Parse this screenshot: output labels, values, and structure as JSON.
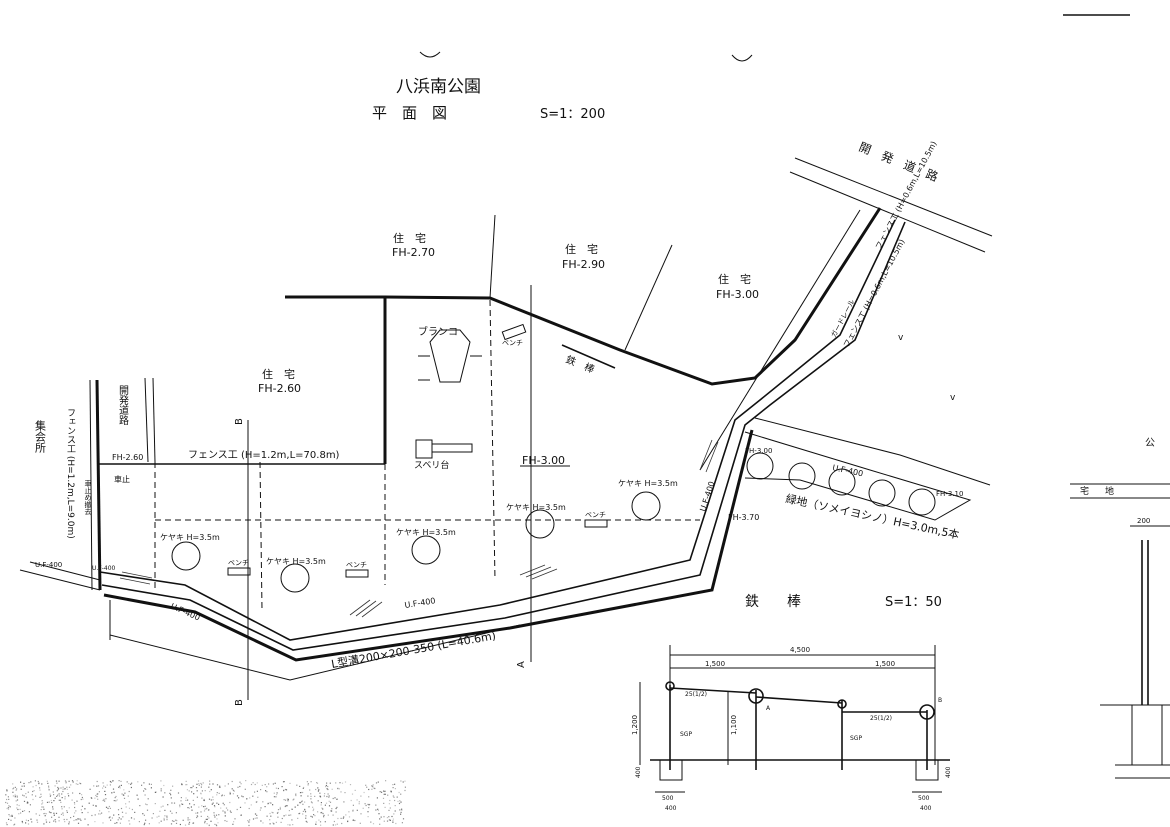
{
  "title": {
    "park_name": "八浜南公園",
    "plan_label": "平　面　図",
    "plan_scale": "S=1：200"
  },
  "road_label": "開　発　道　路",
  "road_label_left": "開発道路",
  "assembly_hall": "集会所",
  "houses": [
    {
      "label": "住　宅",
      "fh": "FH-2.70"
    },
    {
      "label": "住　宅",
      "fh": "FH-2.90"
    },
    {
      "label": "住　宅",
      "fh": "FH-3.00"
    },
    {
      "label": "住　宅",
      "fh": "FH-2.60"
    }
  ],
  "facilities": {
    "swing": "ブランコ",
    "slide": "スベリ台",
    "iron_bar": "鉄　棒",
    "bench": "ベンチ",
    "fh_center": "FH-3.00",
    "fh_left": "FH-2.60",
    "fh_right": "FH-3.70",
    "fh_green_left": "FH-3.00",
    "fh_green_right": "FH-3.10",
    "post": "車止"
  },
  "fences": {
    "fence_top": "フェンス工 (H=1.2m,L=70.8m)",
    "fence_left": "フェンス工 (H=1.2m,L=9.0m)",
    "fence_left_sub": "車止め撤去",
    "fence_right1": "フェンス工 (H=0.6m,L=10.5m)",
    "fence_right2": "ガードレール",
    "fence_right3": "フェンス工 (H=0.6m,L=10.5m)"
  },
  "trees": [
    {
      "label": "ケヤキ H=3.5m"
    },
    {
      "label": "ケヤキ H=3.5m"
    },
    {
      "label": "ケヤキ H=3.5m"
    },
    {
      "label": "ケヤキ H=3.5m"
    },
    {
      "label": "ケヤキ H=3.5m"
    }
  ],
  "green": "緑地（ソメイヨシノ）H=3.0m,5本",
  "ditch": "L型溝200×200-350 (L=40.6m)",
  "uf_labels": [
    "U.F-400",
    "U.F-400",
    "U.F-400",
    "U.F-400",
    "U.F-400",
    "U.F-400"
  ],
  "section_marks": {
    "a": "A",
    "b": "B"
  },
  "detail": {
    "title": "鉄　　棒",
    "scale": "S=1：50",
    "total_width": "4,500",
    "span1": "1,500",
    "span2": "1,500",
    "h1": "1,200",
    "h2": "1,100",
    "base_h1": "400",
    "base_h2": "400",
    "base_w1": "500",
    "base_w2": "500",
    "base_w3": "400",
    "base_w4": "400",
    "pipe1": "25(1/2)",
    "pipe2": "25(1/2)",
    "pipe_note1": "SGP",
    "pipe_note2": "SGP",
    "mark_a": "A",
    "mark_b": "B"
  },
  "right_partial": {
    "l1": "宅",
    "l2": "地",
    "l3": "公",
    "dim": "200"
  }
}
